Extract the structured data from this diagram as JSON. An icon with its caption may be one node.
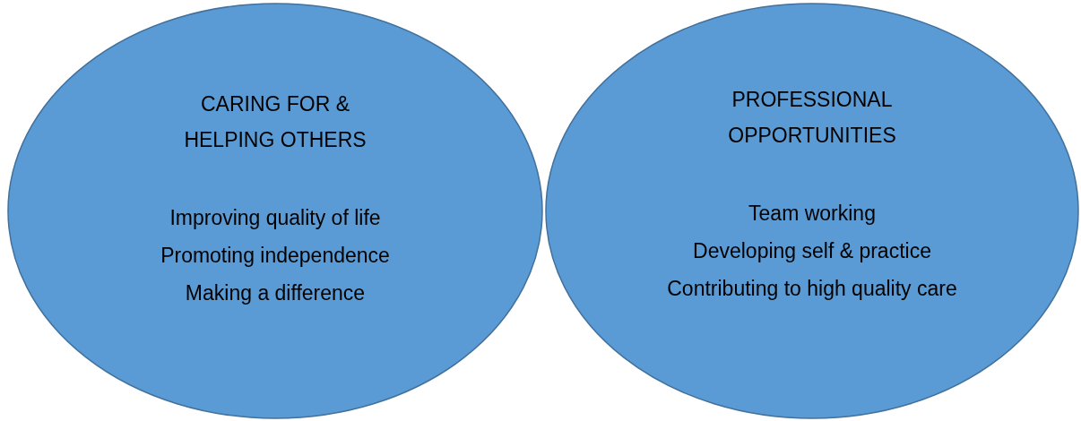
{
  "diagram": {
    "nodes": [
      {
        "text": [
          "CARING FOR & HELPING OTHERS",
          "Improving quality of life",
          "Promoting independence",
          "Making a difference"
        ]
      },
      {
        "text": [
          "PROFESSIONAL OPPORTUNITIES",
          "Team working",
          "Developing self & practice",
          "Contributing to high quality care"
        ]
      }
    ]
  }
}
